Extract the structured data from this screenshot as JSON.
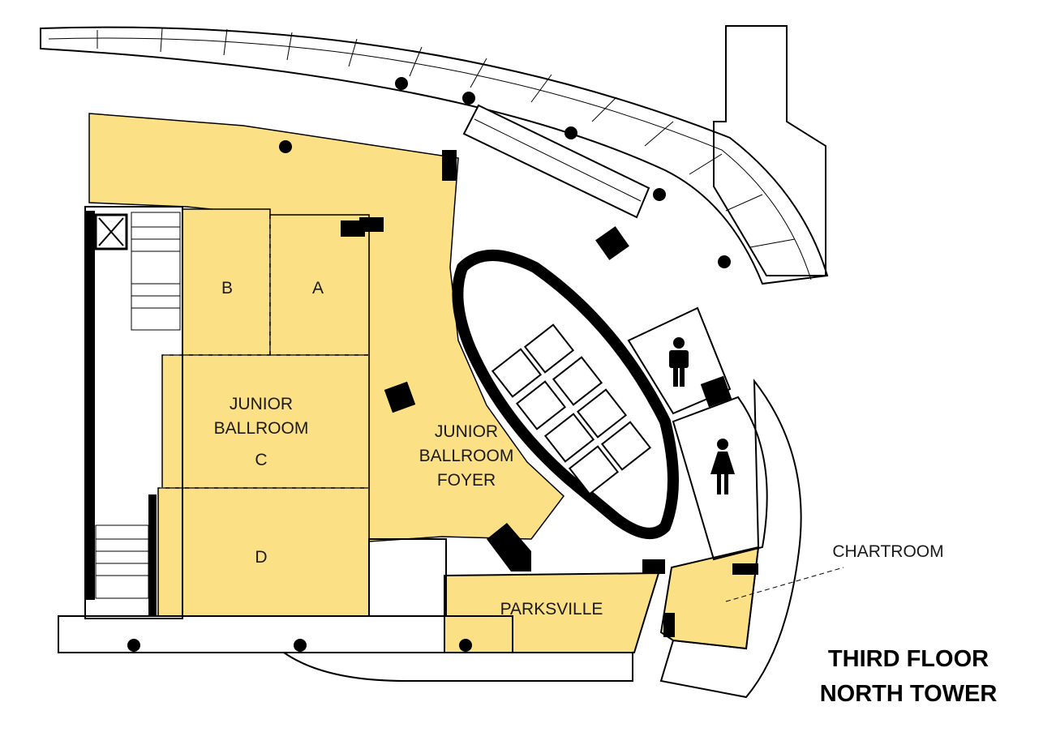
{
  "title": {
    "line1": "THIRD FLOOR",
    "line2": "NORTH TOWER"
  },
  "rooms": {
    "b": "B",
    "a": "A",
    "c": {
      "line1": "JUNIOR",
      "line2": "BALLROOM",
      "line3": "C"
    },
    "d": "D",
    "foyer": {
      "line1": "JUNIOR",
      "line2": "BALLROOM",
      "line3": "FOYER"
    },
    "parksville": "PARKSVILLE",
    "chartroom": "CHARTROOM"
  },
  "icons": [
    "elevator-icon",
    "stairs-icon",
    "mens-restroom-icon",
    "womens-restroom-icon",
    "column-icon",
    "escalator-icon"
  ],
  "colors": {
    "meeting_space": "#FCE085",
    "wall": "#000000",
    "background": "#FFFFFF"
  }
}
